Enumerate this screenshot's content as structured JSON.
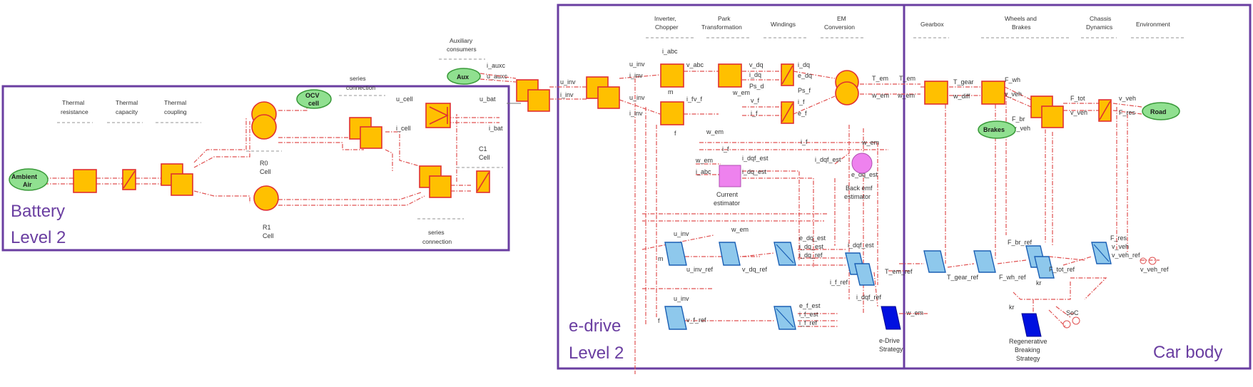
{
  "groups": {
    "battery_line1": "Battery",
    "battery_line2": "Level 2",
    "edrive_line1": "e-drive",
    "edrive_line2": "Level 2",
    "car_body": "Car body"
  },
  "colors": {
    "group_border": "#6a3ea1",
    "block_fill": "#ffc000",
    "block_stroke": "#e03030",
    "signal": "#e05050",
    "source_fill": "#90e090",
    "blue_block": "#8ec8ec",
    "strategy_block": "#0010e0",
    "estimator": "#ee82ee"
  },
  "battery": {
    "sec_thermal_resistance_1": "Thermal",
    "sec_thermal_resistance_2": "resistance",
    "sec_thermal_capacity_1": "Thermal",
    "sec_thermal_capacity_2": "capacity",
    "sec_thermal_coupling_1": "Thermal",
    "sec_thermal_coupling_2": "coupling",
    "sec_series_top_1": "series",
    "sec_series_top_2": "connection",
    "sec_series_bottom_1": "series",
    "sec_series_bottom_2": "connection",
    "ambient_1": "Ambient",
    "ambient_2": "Air",
    "ocv_1": "OCV",
    "ocv_2": "cell",
    "r0_1": "R0",
    "r0_2": "Cell",
    "r1_1": "R1",
    "r1_2": "Cell",
    "c1_1": "C1",
    "c1_2": "Cell",
    "u_cell": "u_cell",
    "i_cell": "i_cell",
    "u_bat": "u_bat",
    "i_bat": "i_bat"
  },
  "aux": {
    "sec_1": "Auxiliary",
    "sec_2": "consumers",
    "source": "Aux",
    "i_auxc": "i_auxc",
    "u_auxc": "u_auxc",
    "u_inv": "u_inv",
    "i_inv": "i_inv"
  },
  "edrive": {
    "sec_inverter_1": "Inverter,",
    "sec_inverter_2": "Chopper",
    "sec_park_1": "Park",
    "sec_park_2": "Transformation",
    "sec_windings": "Windings",
    "sec_em_1": "EM",
    "sec_em_2": "Conversion",
    "u_inv_a": "u_inv",
    "i_inv_a": "i_inv",
    "i_abc": "i_abc",
    "u_inv_b": "u_inv",
    "i_inv_b": "i_inv",
    "m": "m",
    "i_f": "i_f",
    "f": "f",
    "v_abc": "v_abc",
    "v_f": "v_f",
    "w_em_park": "w_em",
    "v_dq": "v_dq",
    "i_dq": "i_dq",
    "ps_d": "Ps_d",
    "v_f2": "v_f",
    "i_f2": "i_f",
    "i_dq2": "i_dq",
    "e_dq": "e_dq",
    "ps_f": "Ps_f",
    "i_f3": "i_f",
    "e_f": "e_f",
    "t_em": "T_em",
    "w_em": "w_em",
    "w_em2": "w_em",
    "i_f4": "i_f",
    "i_dqf_est": "i_dqf_est",
    "i_dq_est": "i_dq_est",
    "i_abc2": "i_abc",
    "i_f5": "i_f",
    "current_est_1": "Current",
    "current_est_2": "estimator",
    "w_em3": "w_em",
    "i_dqf_est2": "i_dqf_est",
    "e_dq_est": "e_dq_est",
    "back_emf_1": "Back emf",
    "back_emf_2": "estimator",
    "u_inv_c": "u_inv",
    "m2": "m",
    "w_em4": "w_em",
    "u_inv_ref": "u_inv_ref",
    "v_dq_ref": "v_dq_ref",
    "e_dq_est2": "e_dq_est",
    "i_dq_est2": "i_dq_est",
    "i_dq_ref": "i_dq_ref",
    "i_dqf_est3": "i_dqf_est",
    "i_f_ref": "i_f_ref",
    "t_em_ref": "T_em_ref",
    "u_inv_d": "u_inv",
    "f2": "f",
    "v_f_ref": "v_f_ref",
    "e_f_est": "e_f_est",
    "i_f_est": "i_f_est",
    "i_f_ref2": "i_f_ref",
    "i_dqf_ref": "i_dqf_ref",
    "strategy_1": "e-Drive",
    "strategy_2": "Strategy",
    "w_em5": "w_em"
  },
  "car": {
    "sec_gearbox": "Gearbox",
    "sec_wheels_1": "Wheels and",
    "sec_wheels_2": "Brakes",
    "sec_chassis_1": "Chassis",
    "sec_chassis_2": "Dynamics",
    "sec_environment": "Environment",
    "t_em": "T_em",
    "w_em": "w_em",
    "t_gear": "T_gear",
    "w_diff": "w_diff",
    "f_wh": "F_wh",
    "v_veh": "v_veh",
    "f_br": "F_br",
    "v_veh2": "v_veh",
    "brakes": "Brakes",
    "f_tot": "F_tot",
    "v_veh3": "v_veh",
    "v_veh4": "v_veh",
    "f_res": "F_res",
    "road": "Road",
    "t_gear_ref": "T_gear_ref",
    "f_wh_ref": "F_wh_ref",
    "f_br_ref": "F_br_ref",
    "f_tot_ref": "F_tot_ref",
    "kr": "kr",
    "f_res2": "F_res",
    "v_veh5": "v_veh",
    "v_veh_ref": "v_veh_ref",
    "v_veh_ref2": "v_veh_ref",
    "kr2": "kr",
    "soc": "SoC",
    "regen_1": "Regenerative",
    "regen_2": "Breaking",
    "regen_3": "Strategy"
  }
}
